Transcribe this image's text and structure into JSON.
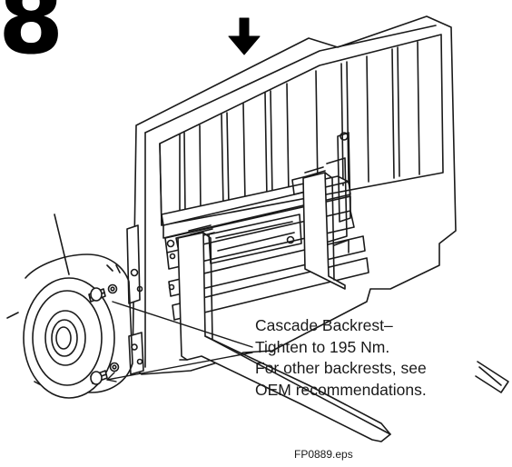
{
  "step": {
    "number": "8"
  },
  "callout": {
    "lines": [
      "Cascade Backrest–",
      "Tighten to 195 Nm.",
      "For other backrests, see",
      "OEM recommendations."
    ]
  },
  "figure": {
    "id": "FP0889.eps"
  },
  "icons": {
    "direction": "arrow-down-icon",
    "fastener": "bolt-icon"
  }
}
